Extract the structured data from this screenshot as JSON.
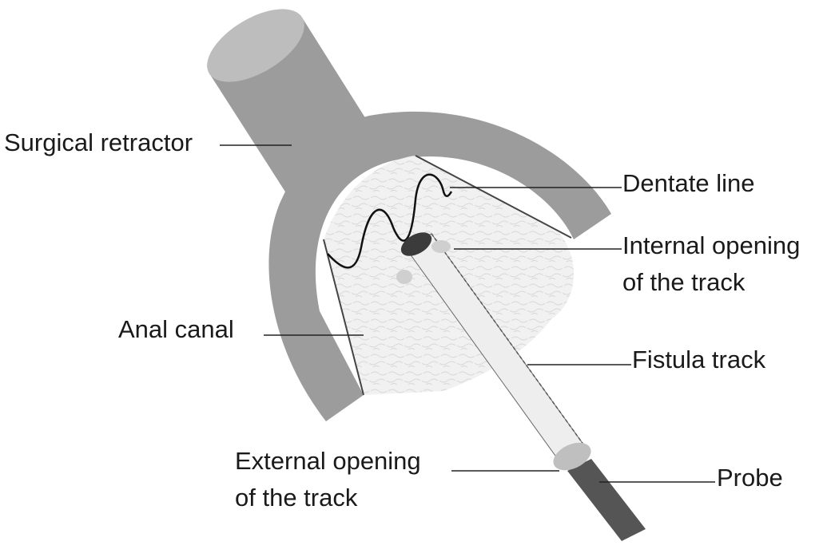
{
  "labels": {
    "surgical_retractor": "Surgical retractor",
    "dentate_line": "Dentate line",
    "internal_opening_line1": "Internal opening",
    "internal_opening_line2": "of the track",
    "anal_canal": "Anal canal",
    "fistula_track": "Fistula track",
    "external_opening_line1": "External opening",
    "external_opening_line2": "of the track",
    "probe": "Probe"
  },
  "colors": {
    "retractor": "#9c9c9c",
    "retractor_top": "#bdbdbd",
    "tissue": "#f1f1f1",
    "track": "#eeeeee",
    "opening": "#bfbfbf",
    "probe_handle": "#555555",
    "internal_opening": "#3b3b3b",
    "line": "#222222"
  }
}
